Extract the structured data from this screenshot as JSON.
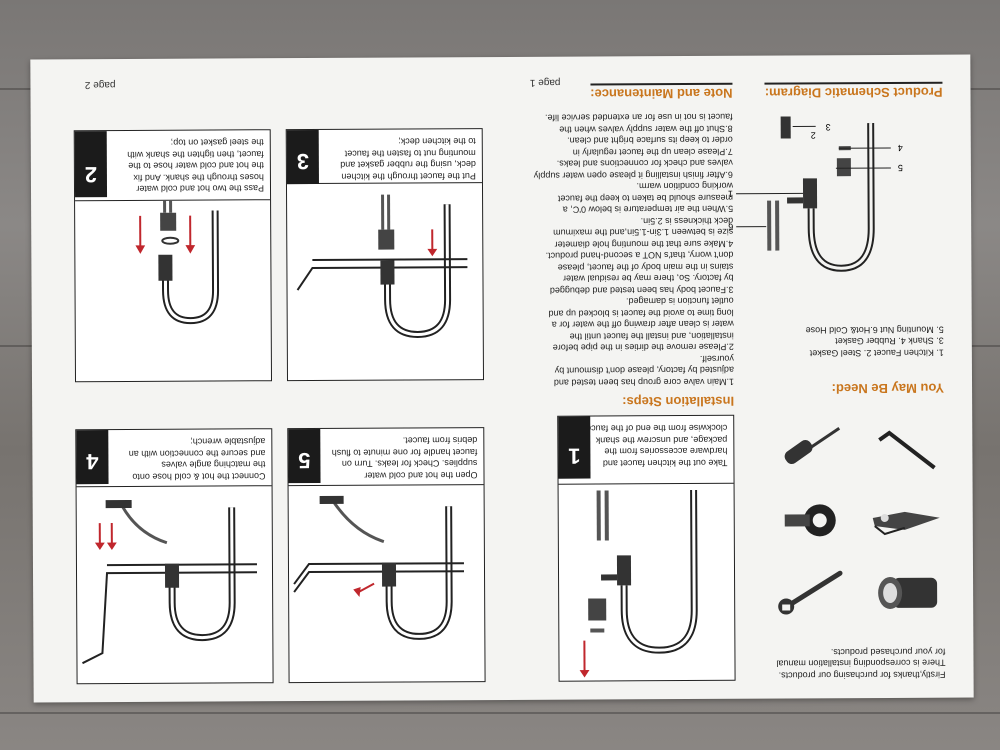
{
  "page1": {
    "page_number": "page  1",
    "intro": {
      "lines": [
        "Firstly,thanks for purchasing our products.",
        "There is corresponding installation manual",
        "for your purchased products."
      ]
    },
    "tools_title": "You May Be Need:",
    "tools": [
      "pliers-icon",
      "wrench-icon",
      "tape-icon",
      "cutter-icon",
      "allen-key-icon",
      "screwdriver-icon"
    ],
    "parts_list": [
      "1. Kitchen Faucet  2. Steel Gasket",
      "3. Shank   4. Rubber Gasket",
      "5. Mounting Nut  6.Hot& Cold Hose"
    ],
    "schematic_title": "Product Schematic Diagram:",
    "schematic_labels": [
      "1",
      "2",
      "3",
      "4",
      "5",
      "6"
    ],
    "installation_title": "Installation Steps:",
    "maintenance_title": "Note and Maintenance:",
    "maintenance_lines": [
      "1.Main valve core group has been tested and",
      "adjusted by factory, please don't dismount by",
      "yourself.",
      "2.Please remove the dirties in the pipe before",
      "installation, and install the faucet until the",
      "water is clean after drawing off the water for a",
      "long time to avoid the faucet is blocked up and",
      "outlet function is damaged.",
      "3.Faucet body has been tested and debugged",
      "by factory. So, there may be residual water",
      "stains in the main body of the faucet, please",
      "don't worry, that's NOT a second-hand product.",
      "4.Make sure that the mounting hole diameter",
      "size is between 1.3in-1.5in,and the maximum",
      "deck thickness is 2.5in.",
      "5.When the air temperature is below 0'C, a",
      "measure should be taken to keep the faucet",
      "working condition warm.",
      "6.After finish installing it please open water supply",
      "valves and check for connections and leaks.",
      "7.Please clean up the faucet regularly in",
      "order to keep its surface bright and clean.",
      "8.Shut off the water supply valves when the",
      "faucet is not in use for an extended service life."
    ],
    "step1": {
      "number": "1",
      "lines": [
        "Take out the kitchen faucet and",
        "hardware accessories from the",
        "package, and unscrew the shank",
        "clockwise from the end of the faucet."
      ]
    }
  },
  "page2": {
    "page_number": "page  2",
    "steps": [
      {
        "number": "2",
        "lines": [
          "Pass the two hot and cold water",
          "hoses through the shank. And fix",
          "the hot and cold water hose to the",
          "faucet, then tighten the shank with",
          "the steel gasket on top;"
        ]
      },
      {
        "number": "3",
        "lines": [
          "Put the faucet through the kitchen",
          "deck, using the rubber gasket and",
          "mounting nut to fasten the faucet",
          "to the kitchen deck;"
        ]
      },
      {
        "number": "4",
        "lines": [
          "Connect the hot & cold hose onto",
          "the matching angle valves",
          "and secure the connection with an",
          "adjustable wrench;"
        ]
      },
      {
        "number": "5",
        "lines": [
          "Open the hot and cold water",
          "supplies. Check for leaks. Turn on",
          "faucet handle for one minute to flush",
          "debris from faucet."
        ]
      }
    ]
  },
  "colors": {
    "heading": "#c9761e",
    "arrow": "#c0272d",
    "number_box": "#1b1b1b"
  }
}
